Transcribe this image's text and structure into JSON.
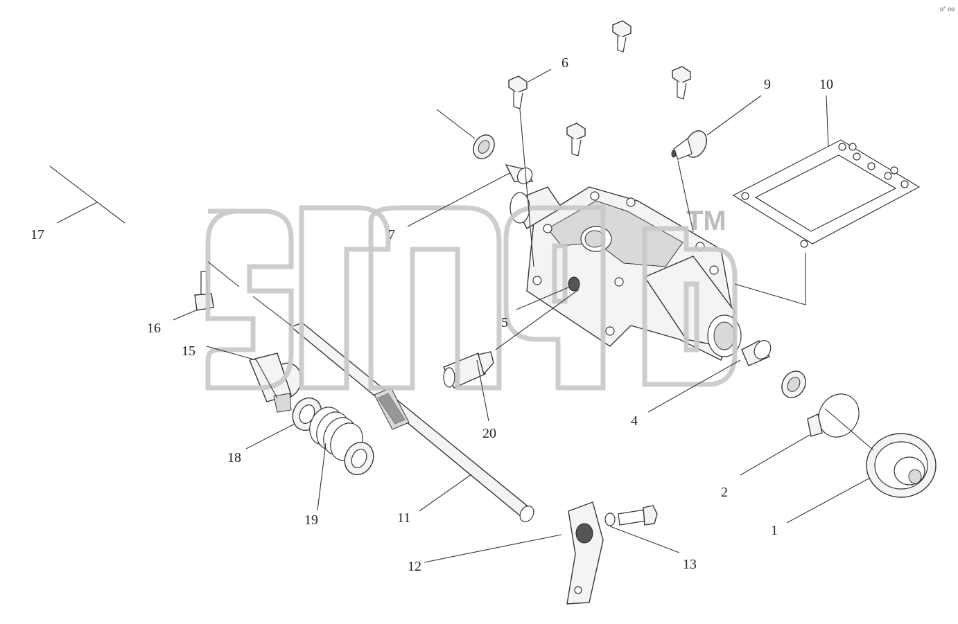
{
  "diagram": {
    "type": "exploded-parts-view",
    "watermark": {
      "trademark": "TM"
    },
    "corner_mark": "o° oo",
    "callouts": [
      {
        "id": "c1",
        "label": "1"
      },
      {
        "id": "c2",
        "label": "2"
      },
      {
        "id": "c4",
        "label": "4"
      },
      {
        "id": "c5",
        "label": "5"
      },
      {
        "id": "c6",
        "label": "6"
      },
      {
        "id": "c7",
        "label": "7"
      },
      {
        "id": "c9",
        "label": "9"
      },
      {
        "id": "c10",
        "label": "10"
      },
      {
        "id": "c11",
        "label": "11"
      },
      {
        "id": "c12",
        "label": "12"
      },
      {
        "id": "c13",
        "label": "13"
      },
      {
        "id": "c15",
        "label": "15"
      },
      {
        "id": "c16",
        "label": "16"
      },
      {
        "id": "c17",
        "label": "17"
      },
      {
        "id": "c18",
        "label": "18"
      },
      {
        "id": "c19",
        "label": "19"
      },
      {
        "id": "c20",
        "label": "20"
      }
    ]
  }
}
